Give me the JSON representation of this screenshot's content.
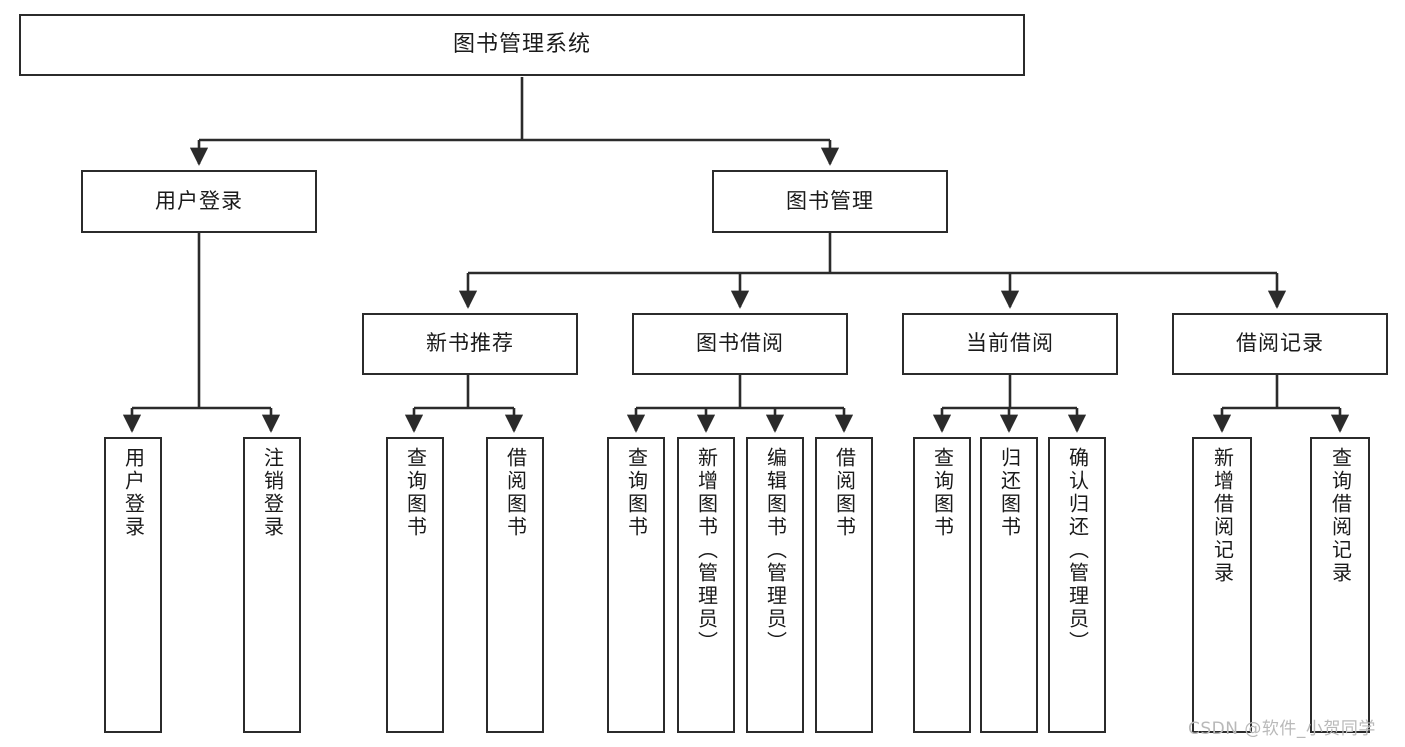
{
  "diagram": {
    "title": "图书管理系统",
    "type": "hierarchy-tree",
    "watermark": "CSDN @软件_小贺同学",
    "colors": {
      "stroke": "#2b2b2b",
      "fill": "#ffffff",
      "text": "#1a1a1a",
      "watermark": "#b9b9b9"
    },
    "nodes": {
      "root": {
        "label": "图书管理系统",
        "level": 0
      },
      "level1": [
        {
          "id": "user-login",
          "label": "用户登录"
        },
        {
          "id": "book-manage",
          "label": "图书管理"
        }
      ],
      "level2": [
        {
          "id": "new-book-rec",
          "label": "新书推荐",
          "parent": "book-manage"
        },
        {
          "id": "book-borrow",
          "label": "图书借阅",
          "parent": "book-manage"
        },
        {
          "id": "current-borrow",
          "label": "当前借阅",
          "parent": "book-manage"
        },
        {
          "id": "borrow-record",
          "label": "借阅记录",
          "parent": "book-manage"
        }
      ],
      "leaves": [
        {
          "id": "leaf-user-login",
          "label": "用户登录",
          "parent": "user-login"
        },
        {
          "id": "leaf-user-logout",
          "label": "注销登录",
          "parent": "user-login"
        },
        {
          "id": "leaf-query-book-1",
          "label": "查询图书",
          "parent": "new-book-rec"
        },
        {
          "id": "leaf-borrow-book-1",
          "label": "借阅图书",
          "parent": "new-book-rec"
        },
        {
          "id": "leaf-query-book-2",
          "label": "查询图书",
          "parent": "book-borrow"
        },
        {
          "id": "leaf-add-book",
          "label": "新增图书（管理员）",
          "parent": "book-borrow"
        },
        {
          "id": "leaf-edit-book",
          "label": "编辑图书（管理员）",
          "parent": "book-borrow"
        },
        {
          "id": "leaf-borrow-book-2",
          "label": "借阅图书",
          "parent": "book-borrow"
        },
        {
          "id": "leaf-query-book-3",
          "label": "查询图书",
          "parent": "current-borrow"
        },
        {
          "id": "leaf-return-book",
          "label": "归还图书",
          "parent": "current-borrow"
        },
        {
          "id": "leaf-confirm-return",
          "label": "确认归还（管理员）",
          "parent": "current-borrow"
        },
        {
          "id": "leaf-add-record",
          "label": "新增借阅记录",
          "parent": "borrow-record"
        },
        {
          "id": "leaf-query-record",
          "label": "查询借阅记录",
          "parent": "borrow-record"
        }
      ]
    }
  }
}
